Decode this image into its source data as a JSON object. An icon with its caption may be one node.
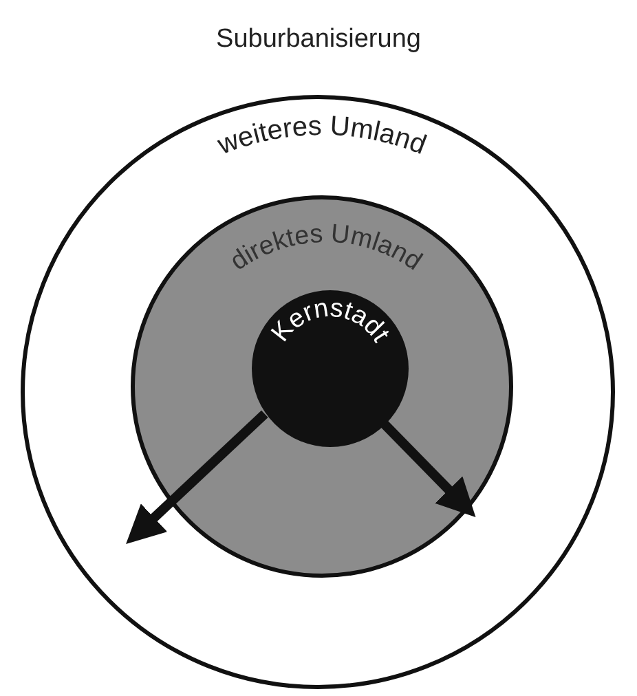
{
  "diagram": {
    "title": "Suburbanisierung",
    "nodes": [
      {
        "text": [
          "weiteres Umland"
        ]
      },
      {
        "text": [
          "direktes Umland"
        ],
        "in": 0
      },
      {
        "text": [
          "Kernstadt"
        ],
        "in": 1
      }
    ],
    "edges": [
      {
        "from": 2,
        "to": 0,
        "arrow": "to"
      },
      {
        "from": 2,
        "to": 1,
        "arrow": "to"
      }
    ]
  }
}
